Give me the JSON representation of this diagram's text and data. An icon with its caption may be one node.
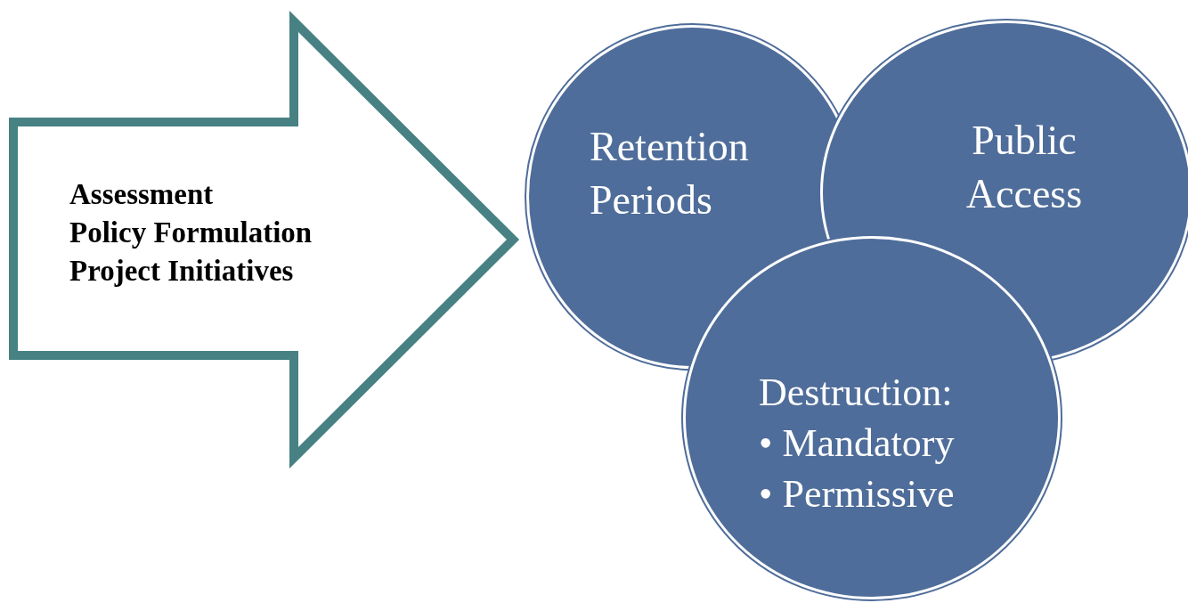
{
  "diagram": {
    "nodes": [
      {
        "text": [
          "Assessment",
          "Policy Formulation",
          "Project Initiatives"
        ]
      },
      {
        "text": [
          "Retention Periods"
        ]
      },
      {
        "text": [
          "Public Access"
        ]
      },
      {
        "text": [
          "Destruction:",
          "• Mandatory",
          "• Permissive"
        ]
      }
    ]
  }
}
